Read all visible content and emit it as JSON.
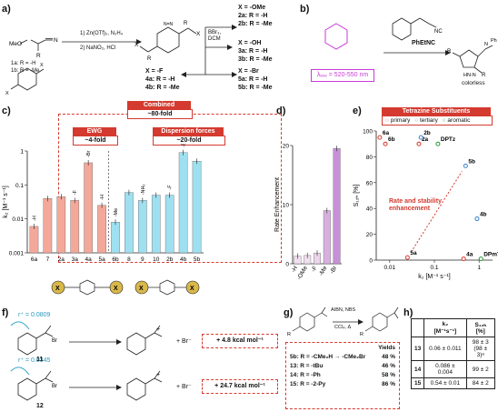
{
  "panels": {
    "a": {
      "label": "a)",
      "reactants": [
        "1a: R = -H",
        "1b: R = -Me"
      ],
      "conditions": [
        "1) Zn(OTf)₂, N₂H₄",
        "2) NaNO₂, HCl"
      ],
      "bbr3": [
        "BBr₃,",
        "DCM"
      ],
      "products": {
        "ome": [
          "X = -OMe",
          "2a: R = -H",
          "2b: R = -Me"
        ],
        "oh": [
          "X = -OH",
          "3a: R = -H",
          "3b: R = -Me"
        ],
        "f": [
          "X = -F",
          "4a: R = -H",
          "4b: R = -Me"
        ],
        "br": [
          "X = -Br",
          "5a: R = -H",
          "5b: R = -Me"
        ]
      }
    },
    "b": {
      "label": "b)",
      "reagent": "PhEtNC",
      "wavelength": "λₑₓₑ = 520-550 nm",
      "product_note": "colorless"
    },
    "c": {
      "label": "c)",
      "combined": "Combined",
      "combined_fold": "~80-fold",
      "ewg": "EWG",
      "ewg_fold": "~4-fold",
      "dispersion": "Dispersion forces",
      "dispersion_fold": "~20-fold",
      "bar_labels": [
        "-H",
        "",
        "",
        "-F",
        "-Br",
        "-H",
        "-Me",
        "",
        "-NH₂",
        "",
        "-F",
        "-Br"
      ]
    },
    "d": {
      "label": "d)"
    },
    "e": {
      "label": "e)",
      "legend_title": "Tetrazine Substituents",
      "legend": [
        "primary",
        "tertiary",
        "aromatic"
      ],
      "annotation": "Rate and stability enhancement"
    },
    "f": {
      "label": "f)",
      "r1": "r⁺ = 0.0809",
      "r2": "r⁺ = 0.0345",
      "c11": "11",
      "c12": "12",
      "e1": "+ 4.8 kcal mol⁻¹",
      "e2": "+ 24.7 kcal mol⁻¹",
      "br_ion": "+ Br⁻"
    },
    "g": {
      "label": "g)",
      "reagents": "AIBN, NBS",
      "conditions": "CCl₄, Δ",
      "yields_header": "Yields",
      "rows": [
        {
          "text": "5b: R = -CMe₂H → -CMe₂Br",
          "yield": "48 %"
        },
        {
          "text": "13: R = -tBu",
          "yield": "46 %"
        },
        {
          "text": "14: R = -Ph",
          "yield": "58 %"
        },
        {
          "text": "15: R = -2-Py",
          "yield": "86 %"
        }
      ]
    },
    "h": {
      "label": "h)",
      "col1": "k₂",
      "col1_unit": "[M⁻¹s⁻¹]",
      "col2": "S₁₂ₕ",
      "col2_unit": "[%]",
      "rows": [
        {
          "id": "13",
          "k": "0.06 ± 0.011",
          "s": "98 ± 3",
          "s2": "(98 ± 3)ᵃ"
        },
        {
          "id": "14",
          "k": "0.086 ± 0.004",
          "s": "99 ± 2",
          "s2": ""
        },
        {
          "id": "15",
          "k": "0.54 ± 0.01",
          "s": "84 ± 2",
          "s2": ""
        }
      ]
    }
  },
  "chart_data": [
    {
      "type": "bar",
      "panel": "c",
      "ylabel": "k₂ [M⁻¹ s⁻¹]",
      "yscale": "log",
      "ylim": [
        0.001,
        1
      ],
      "yticks": [
        "0.001",
        "0.01",
        "0.1",
        "1"
      ],
      "categories": [
        "6a",
        "7",
        "2a",
        "3a",
        "4a",
        "5a",
        "6b",
        "8",
        "9",
        "10",
        "2b",
        "4b",
        "5b"
      ],
      "values": [
        0.006,
        0.04,
        0.045,
        0.035,
        0.45,
        0.025,
        0.008,
        0.06,
        0.035,
        0.05,
        0.05,
        0.9,
        0.5
      ],
      "colors": [
        "#f4a89a",
        "#f4a89a",
        "#f4a89a",
        "#f4a89a",
        "#f4a89a",
        "#f4a89a",
        "#9fe0f0",
        "#9fe0f0",
        "#9fe0f0",
        "#9fe0f0",
        "#9fe0f0",
        "#9fe0f0",
        "#9fe0f0"
      ]
    },
    {
      "type": "bar",
      "panel": "d",
      "ylabel": "Rate Enhancement",
      "ylim": [
        0,
        20
      ],
      "yticks": [
        "0",
        "10",
        "20"
      ],
      "categories": [
        "-H",
        "-OMe",
        "-F",
        "-Me",
        "-Br"
      ],
      "values": [
        1.3,
        1.4,
        1.8,
        9.0,
        19.5
      ],
      "colors": [
        "#f0e0f0",
        "#f0e0f0",
        "#ecd6ec",
        "#d8b0e0",
        "#c890d8"
      ]
    },
    {
      "type": "scatter",
      "panel": "e",
      "xlabel": "k₂ [M⁻¹ s⁻¹]",
      "ylabel": "S₁₂ₕ [%]",
      "xscale": "log",
      "xlim": [
        0.005,
        2
      ],
      "ylim": [
        0,
        100
      ],
      "xticks": [
        "0.01",
        "0.1",
        "1"
      ],
      "yticks": [
        "0",
        "20",
        "40",
        "60",
        "80",
        "100"
      ],
      "points": [
        {
          "label": "6a",
          "x": 0.006,
          "y": 95,
          "color": "#d43a2f"
        },
        {
          "label": "6b",
          "x": 0.008,
          "y": 90,
          "color": "#d43a2f"
        },
        {
          "label": "2a",
          "x": 0.045,
          "y": 90,
          "color": "#d43a2f"
        },
        {
          "label": "2b",
          "x": 0.05,
          "y": 95,
          "color": "#3a7fc8"
        },
        {
          "label": "DPTz",
          "x": 0.12,
          "y": 90,
          "color": "#2a9a3a"
        },
        {
          "label": "5b",
          "x": 0.5,
          "y": 73,
          "color": "#3a7fc8"
        },
        {
          "label": "4b",
          "x": 0.9,
          "y": 32,
          "color": "#3a7fc8"
        },
        {
          "label": "5a",
          "x": 0.025,
          "y": 2,
          "color": "#d43a2f"
        },
        {
          "label": "4a",
          "x": 0.45,
          "y": 1,
          "color": "#d43a2f"
        },
        {
          "label": "DPmTz",
          "x": 1.1,
          "y": 1,
          "color": "#2a9a3a"
        }
      ]
    }
  ]
}
